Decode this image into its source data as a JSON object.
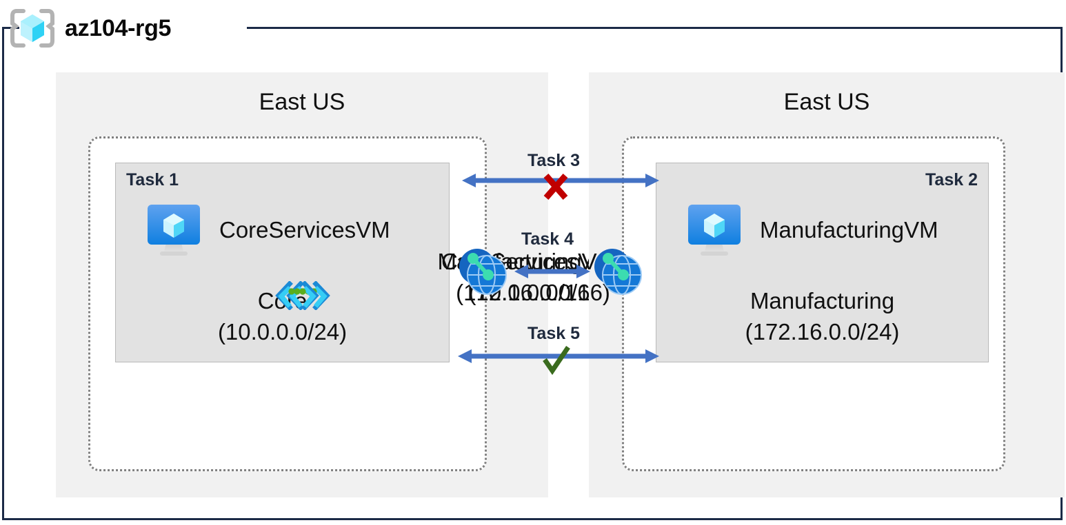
{
  "diagram": {
    "type": "azure-architecture",
    "resource_group": {
      "name": "az104-rg5",
      "icon": "resource-group-icon"
    },
    "regions": [
      {
        "id": "left",
        "label": "East US"
      },
      {
        "id": "right",
        "label": "East US"
      }
    ],
    "vnets": [
      {
        "id": "core-services-vnet",
        "name": "CoreServicesVnet",
        "address_space": "(10.0.0.0/16)",
        "icon": "vnet-icon",
        "subnet": {
          "task_tag": "Task 1",
          "task_tag_align": "left",
          "name": "Core",
          "address_range": "(10.0.0.0/24)",
          "vm": {
            "name": "CoreServicesVM",
            "icon": "virtual-machine-icon"
          }
        }
      },
      {
        "id": "manufacturing-vnet",
        "name": "ManufacturingVnet",
        "address_space": "(172.16.0.0/16)",
        "icon": "vnet-icon",
        "subnet": {
          "task_tag": "Task 2",
          "task_tag_align": "right",
          "name": "Manufacturing",
          "address_range": "(172.16.0.0/24)",
          "vm": {
            "name": "ManufacturingVM",
            "icon": "virtual-machine-icon"
          }
        }
      }
    ],
    "connections": [
      {
        "id": "task3",
        "label": "Task 3",
        "status": "blocked",
        "marker": "red-x-icon",
        "arrow": "double-headed"
      },
      {
        "id": "task4",
        "label": "Task 4",
        "status": "peering",
        "marker": "peering-icon",
        "arrow": "double-headed"
      },
      {
        "id": "task5",
        "label": "Task 5",
        "status": "allowed",
        "marker": "green-check-icon",
        "arrow": "double-headed"
      }
    ],
    "colors": {
      "frame_border": "#1b2a47",
      "region_fill": "#f1f1f1",
      "vnet_border": "#808080",
      "subnet_fill": "#e2e2e2",
      "arrow": "#4472c4",
      "blocked": "#c00000",
      "allowed": "#3a6b1e",
      "azure_blue": "#0f7fe0",
      "task_text": "#1f2a3d"
    }
  }
}
